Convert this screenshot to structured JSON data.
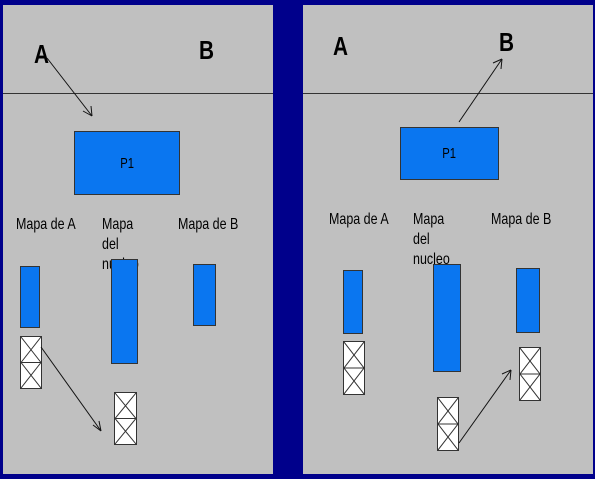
{
  "left_panel": {
    "process_a": "A",
    "process_b": "B",
    "p1_label": "P1",
    "map_a": "Mapa de A",
    "map_nucleus": "Mapa del nucleo",
    "map_b": "Mapa de B"
  },
  "right_panel": {
    "process_a": "A",
    "process_b": "B",
    "p1_label": "P1",
    "map_a": "Mapa de A",
    "map_nucleus": "Mapa del nucleo",
    "map_b": "Mapa de B"
  },
  "colors": {
    "background": "#00008b",
    "panel": "#c0c0c0",
    "block": "#0a76f0"
  }
}
